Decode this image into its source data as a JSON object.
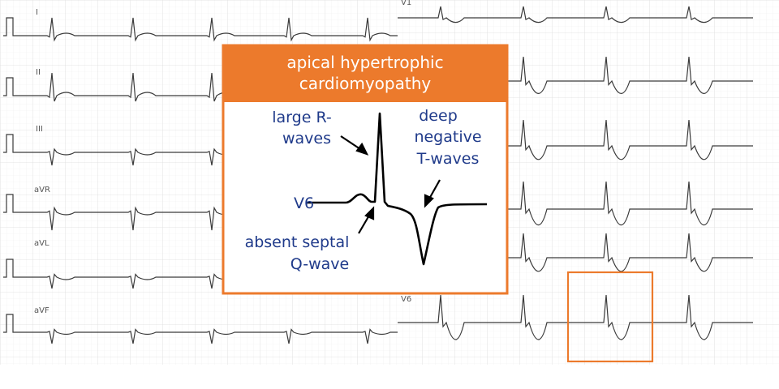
{
  "ecg": {
    "limb_leads": [
      "I",
      "II",
      "III",
      "aVR",
      "aVL",
      "aVF"
    ],
    "chest_leads_visible": [
      "V1",
      "V6"
    ]
  },
  "inset": {
    "title_line1": "apical hypertrophic",
    "title_line2": "cardiomyopathy",
    "lead": "V6",
    "ann_large_r_line1": "large R-",
    "ann_large_r_line2": "waves",
    "ann_deep_t_line1": "deep",
    "ann_deep_t_line2": "negative",
    "ann_deep_t_line3": "T-waves",
    "ann_septal_line1": "absent septal",
    "ann_septal_line2": "Q-wave"
  },
  "colors": {
    "accent": "#ec7a2c",
    "annotation_text": "#1f3a8a",
    "trace": "#3a3a3a",
    "grid": "#e8e8e8"
  }
}
